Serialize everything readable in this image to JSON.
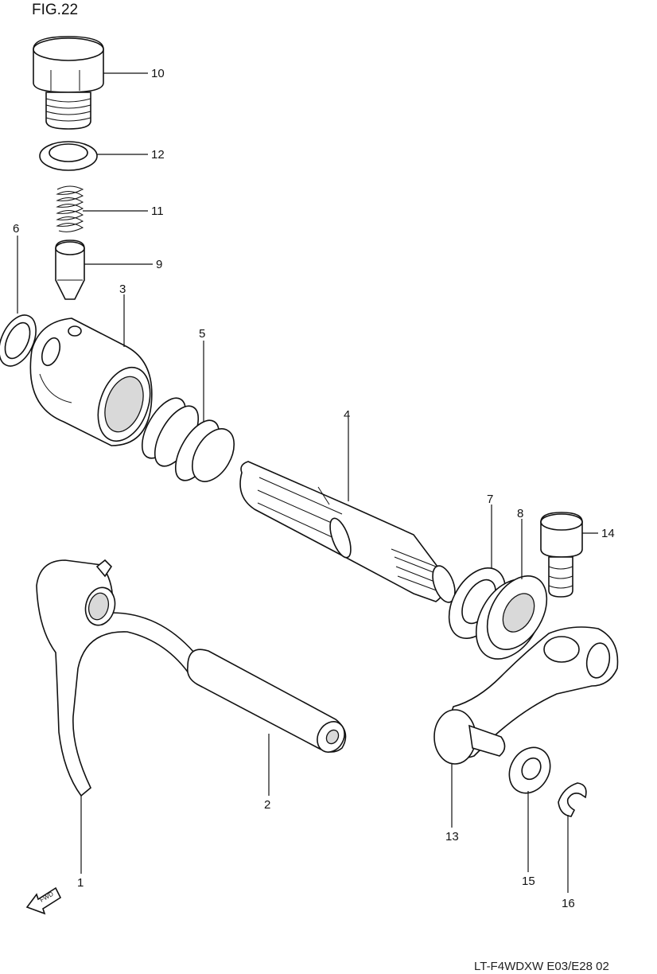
{
  "figure": {
    "title": "FIG.22"
  },
  "footer": {
    "code": "LT-F4WDXW E03/E28 02"
  },
  "fwd_arrow": {
    "label": "FWD"
  },
  "callouts": [
    {
      "id": "10",
      "label": "10"
    },
    {
      "id": "12",
      "label": "12"
    },
    {
      "id": "11",
      "label": "11"
    },
    {
      "id": "6",
      "label": "6"
    },
    {
      "id": "9",
      "label": "9"
    },
    {
      "id": "3",
      "label": "3"
    },
    {
      "id": "5",
      "label": "5"
    },
    {
      "id": "4",
      "label": "4"
    },
    {
      "id": "7",
      "label": "7"
    },
    {
      "id": "8",
      "label": "8"
    },
    {
      "id": "14",
      "label": "14"
    },
    {
      "id": "2",
      "label": "2"
    },
    {
      "id": "13",
      "label": "13"
    },
    {
      "id": "1",
      "label": "1"
    },
    {
      "id": "15",
      "label": "15"
    },
    {
      "id": "16",
      "label": "16"
    }
  ]
}
